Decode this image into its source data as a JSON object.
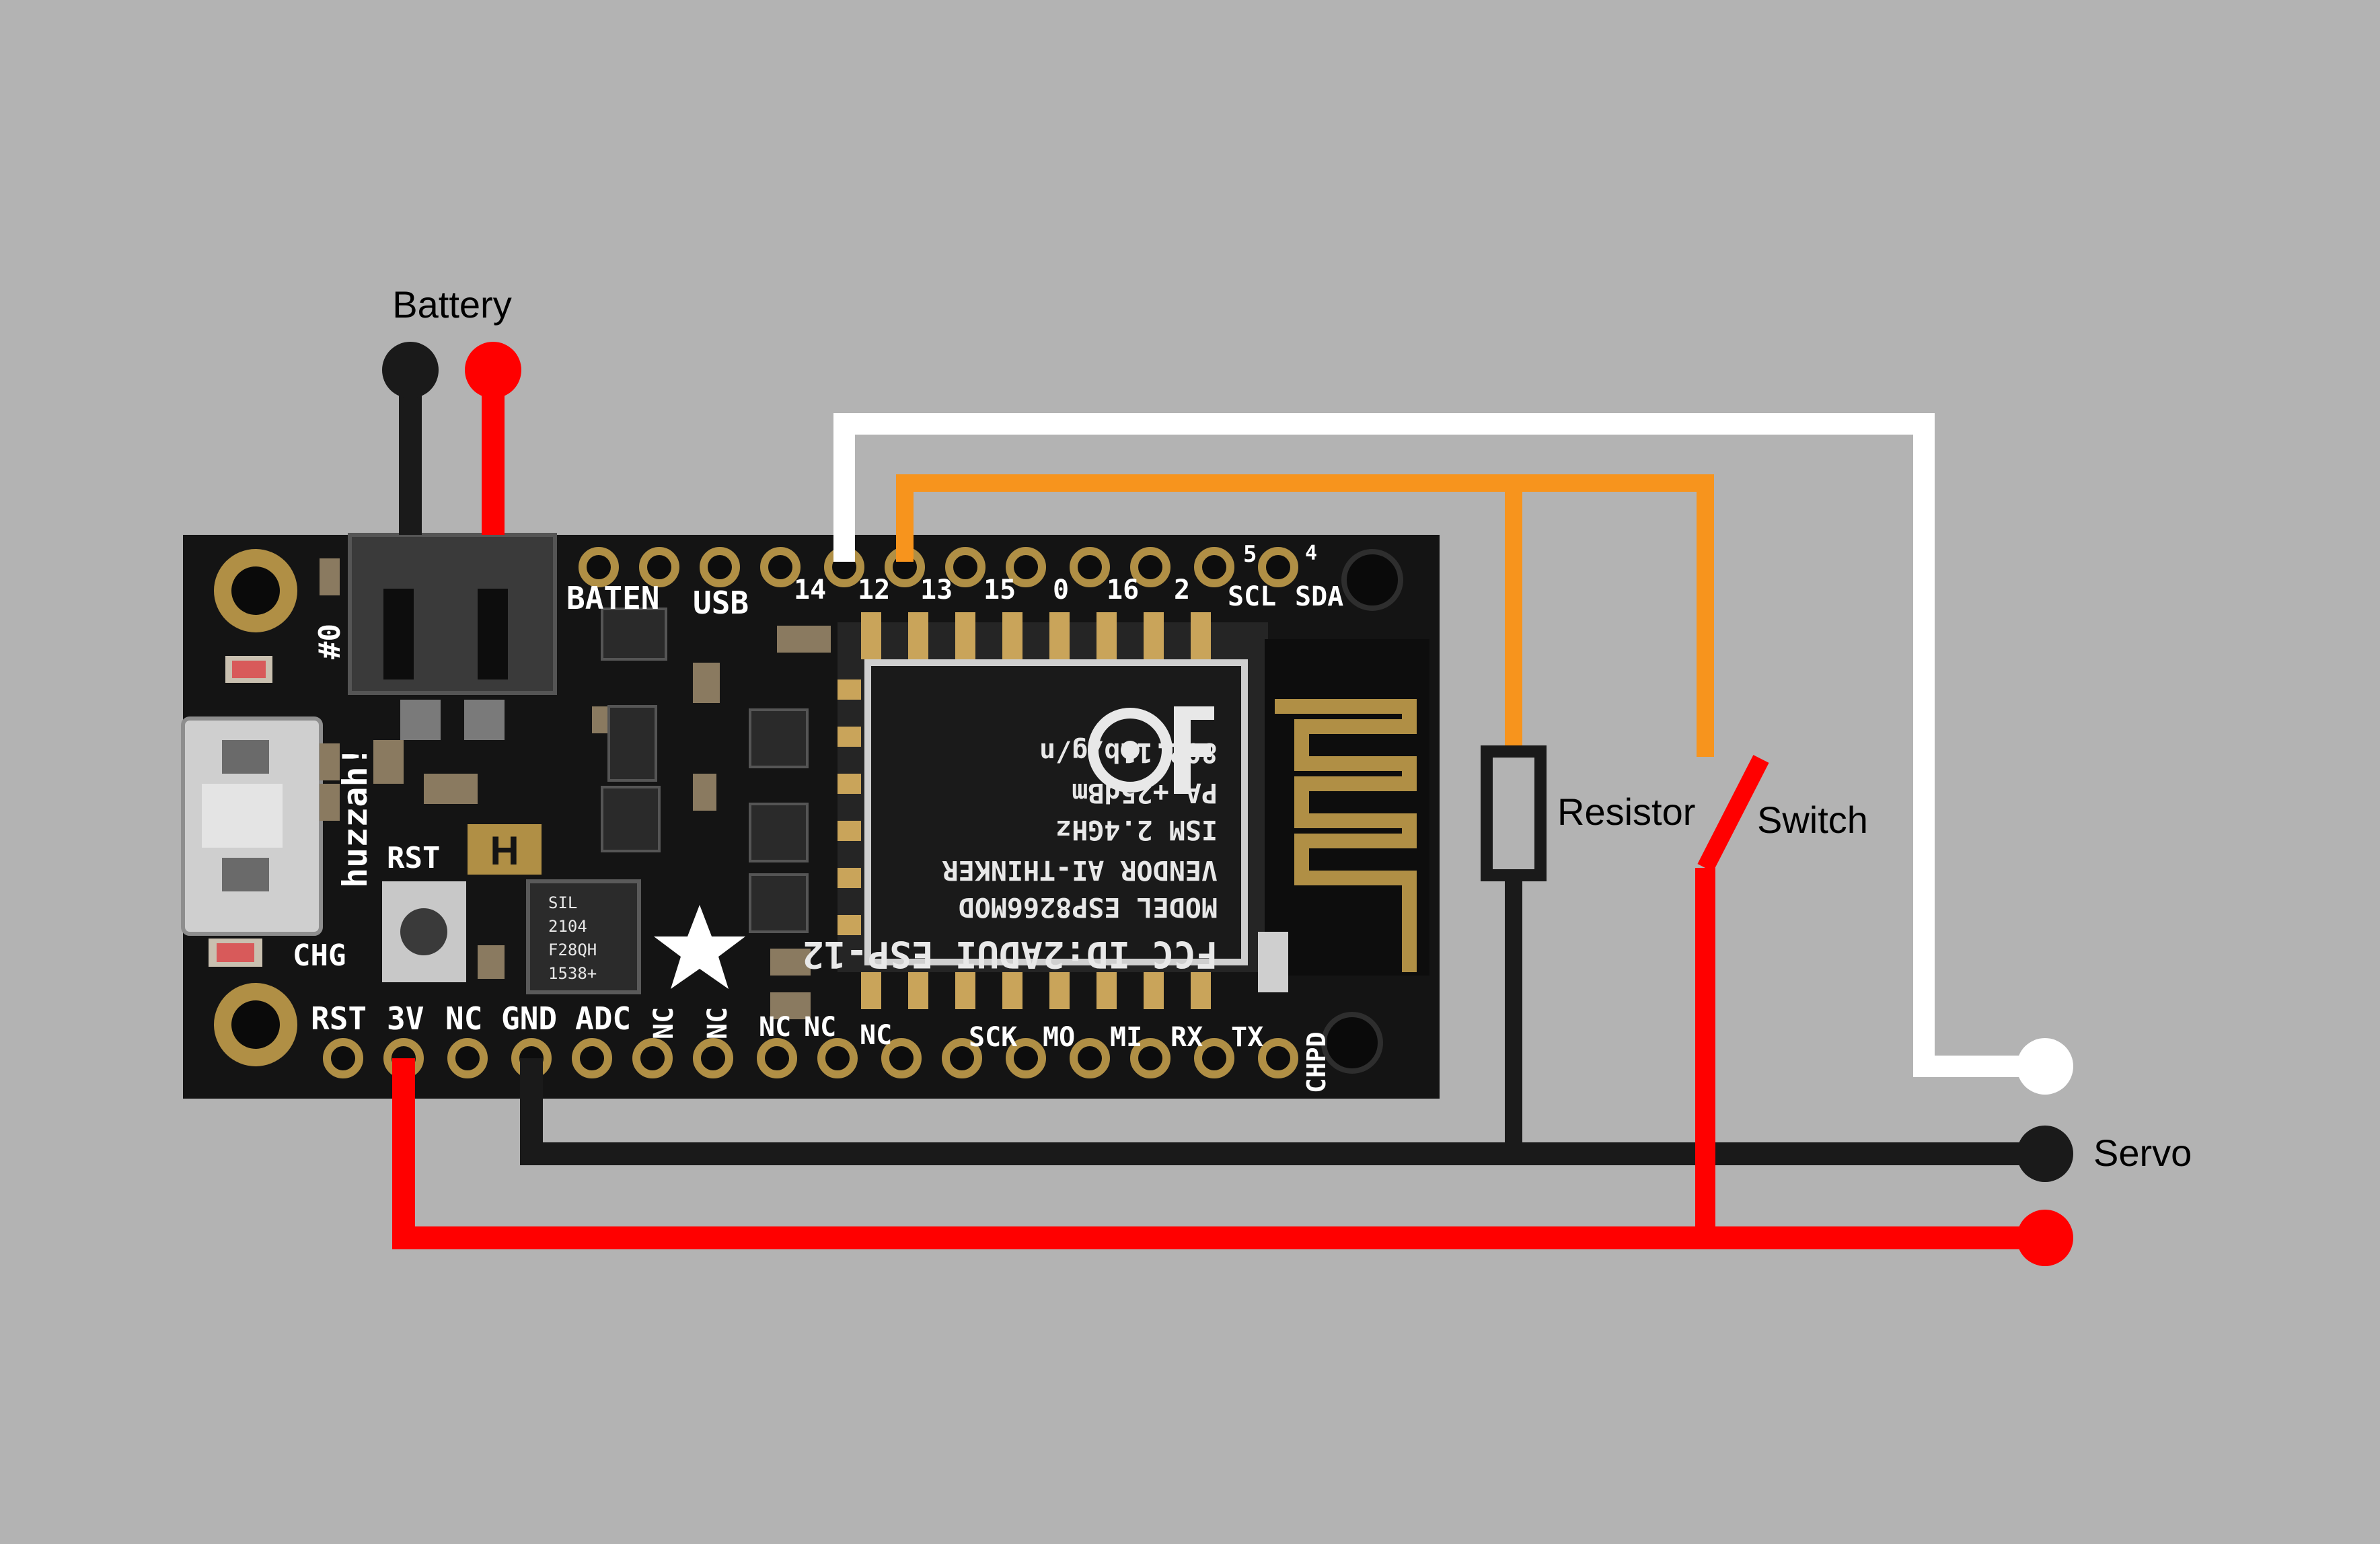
{
  "labels": {
    "battery": "Battery",
    "resistor": "Resistor",
    "switch": "Switch",
    "servo": "Servo"
  },
  "board": {
    "top_row": {
      "baten": "BATEN",
      "usb": "USB",
      "p14": "14",
      "p12": "12",
      "p13": "13",
      "p15": "15",
      "p0": "0",
      "p16": "16",
      "p2": "2",
      "scl": "SCL",
      "sda": "SDA",
      "p5": "5",
      "p4": "4"
    },
    "bottom_row": {
      "rst": "RST",
      "v3": "3V",
      "nc1": "NC",
      "gnd": "GND",
      "adc": "ADC",
      "nc2": "NC",
      "nc3": "NC",
      "nc4": "NC",
      "nc5": "NC",
      "nc6": "NC",
      "sck": "SCK",
      "mo": "MO",
      "mi": "MI",
      "rx": "RX",
      "tx": "TX",
      "chpd": "CHPD"
    },
    "other": {
      "rst_button": "RST",
      "chg": "CHG",
      "hash0": "#0",
      "huzzah": "huzzah!",
      "cp_line1": "SIL",
      "cp_line2": "2104",
      "cp_line3": "F28QH",
      "cp_line4": "1538+"
    },
    "module": {
      "line1": "FCC ID:2ADUI ESP-12",
      "line2": "MODEL  ESP8266MOD",
      "line3": "VENDOR AI-THINKER",
      "line4": "ISM 2.4GHz",
      "line5": "PA  +25dBm",
      "line6": "802.11b/g/n"
    }
  },
  "colors": {
    "background": "#b3b3b3",
    "board": "#141414",
    "wire_white": "#ffffff",
    "wire_orange": "#f7941d",
    "wire_red": "#ff0000",
    "wire_black": "#1a1a1a"
  }
}
